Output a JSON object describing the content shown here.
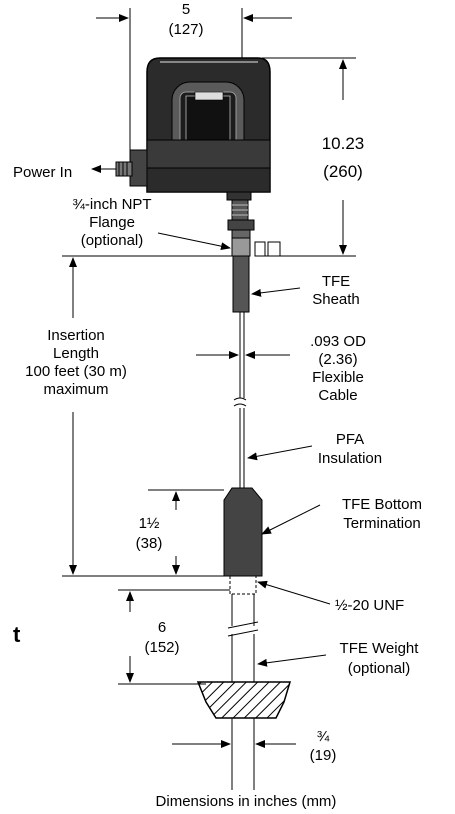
{
  "dims": {
    "top_width": {
      "inches": "5",
      "mm": "(127)"
    },
    "head_height": {
      "inches": "10.23",
      "mm": "(260)"
    },
    "cable_od": {
      "line1": ".093 OD",
      "line2": "(2.36)",
      "line3": "Flexible",
      "line4": "Cable"
    },
    "termination": {
      "inches": "1½",
      "mm": "(38)"
    },
    "weight_len": {
      "inches": "6",
      "mm": "(152)"
    },
    "bottom_width": {
      "inches": "¾",
      "mm": "(19)"
    }
  },
  "labels": {
    "power_in": "Power In",
    "npt_line1": "¾-inch NPT",
    "npt_line2": "Flange",
    "npt_line3": "(optional)",
    "insertion_line1": "Insertion",
    "insertion_line2": "Length",
    "insertion_line3": "100 feet (30 m)",
    "insertion_line4": "maximum",
    "tfe_sheath_1": "TFE",
    "tfe_sheath_2": "Sheath",
    "pfa_1": "PFA",
    "pfa_2": "Insulation",
    "tfe_bottom_1": "TFE Bottom",
    "tfe_bottom_2": "Termination",
    "unf": "½-20 UNF",
    "tfe_weight_1": "TFE Weight",
    "tfe_weight_2": "(optional)",
    "stray_letter": "t",
    "footer": "Dimensions in inches (mm)"
  }
}
